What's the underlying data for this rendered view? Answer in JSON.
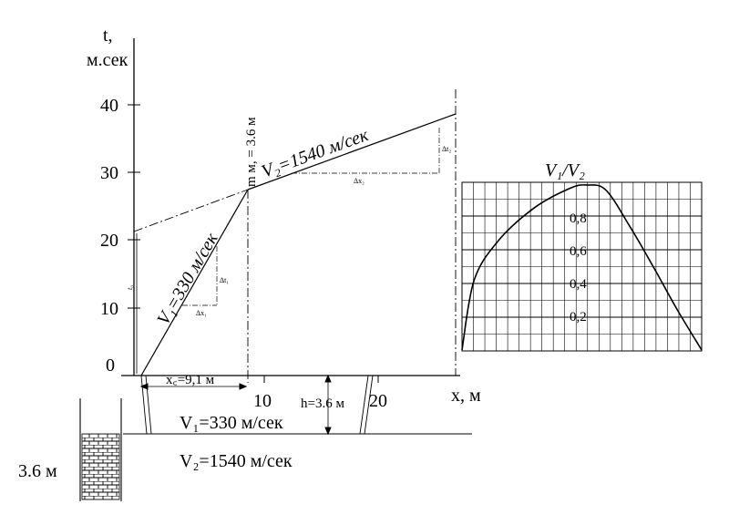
{
  "main_plot": {
    "y_axis_label_line1": "t,",
    "y_axis_label_line2": "м.сек",
    "x_axis_label": "x, м",
    "y_ticks": [
      "0",
      "10",
      "20",
      "30",
      "40"
    ],
    "x_ticks": [
      "10",
      "20"
    ],
    "line_v1_label": "V₁=330 м/сек",
    "line_v2_label": "V₂=1540 м/сек",
    "crossover_label": "m м, = 3.6 м",
    "xc_label": "x꜀=9,1 м",
    "t0_label": "t₀",
    "dt1_label": "Δt₁",
    "dx1_label": "Δx₁",
    "dt2_label": "Δt₂",
    "dx2_label": "Δx₂"
  },
  "section": {
    "v1_label": "V₁=330 м/сек",
    "v2_label": "V₂=1540 м/сек",
    "depth_label": "h=3.6 м",
    "thickness_label": "3.6 м"
  },
  "ratio_plot": {
    "title": "V₁/V₂",
    "ticks": [
      "0,8",
      "0,6",
      "0,4",
      "0,2"
    ],
    "curve": [
      [
        0,
        0
      ],
      [
        0.05,
        0.42
      ],
      [
        0.15,
        0.66
      ],
      [
        0.3,
        0.86
      ],
      [
        0.45,
        0.98
      ],
      [
        0.52,
        1.0
      ],
      [
        0.6,
        0.97
      ],
      [
        0.7,
        0.75
      ],
      [
        0.8,
        0.5
      ],
      [
        0.9,
        0.24
      ],
      [
        1.0,
        0
      ]
    ]
  }
}
